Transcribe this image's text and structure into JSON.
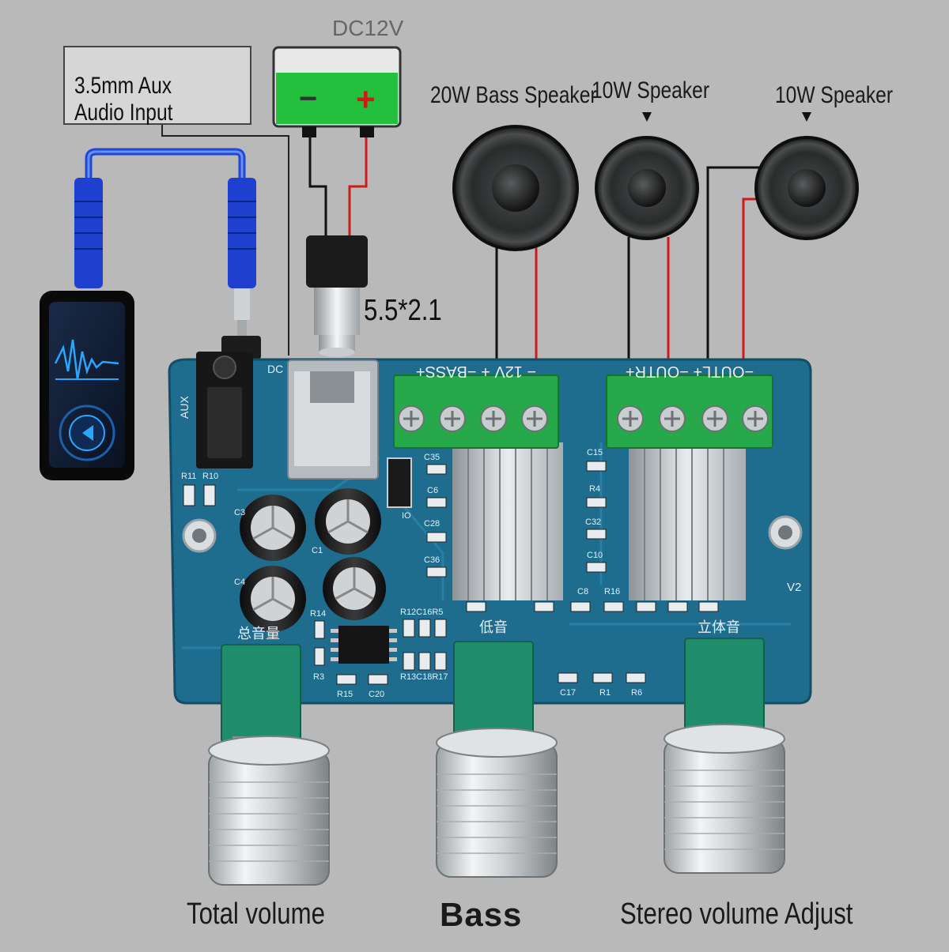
{
  "labels": {
    "aux_input": "3.5mm Aux Audio Input",
    "power": "DC12V",
    "dc_plug": "5.5*2.1",
    "speaker_bass": "20W Bass Speaker",
    "speaker_left": "10W Speaker",
    "speaker_right": "10W Speaker",
    "knob_total": "Total volume",
    "knob_bass": "Bass",
    "knob_stereo": "Stereo volume Adjust"
  },
  "battery": {
    "minus": "−",
    "plus": "+"
  },
  "board": {
    "aux_text": "AUX",
    "dc_text": "DC",
    "terminal_left": "− 12V  +  −BASS+",
    "terminal_right": "−OUTL+  −OUTR+",
    "version": "V2",
    "label_total_cn": "总音量",
    "label_bass_cn": "低音",
    "label_stereo_cn": "立体音",
    "components": [
      "R11",
      "R10",
      "C3",
      "C4",
      "C1",
      "R14",
      "R3",
      "R15",
      "C20",
      "R12C16R5",
      "R13C18R17",
      "C35",
      "C6",
      "C28",
      "C36",
      "C15",
      "R4",
      "C32",
      "C10",
      "C8",
      "R16",
      "C17",
      "R1",
      "R6",
      "IO"
    ]
  },
  "colors": {
    "background": "#b9b9b9",
    "pcb": "#1e6c8e",
    "terminal_green": "#27a84a",
    "wire_red": "#d01a1a",
    "wire_black": "#111111",
    "battery_green": "#22c03c",
    "cable_blue": "#1e48d8"
  },
  "icons": [
    "speaker-icon",
    "knob-icon",
    "phone-icon",
    "play-icon",
    "dc-plug-icon",
    "battery-icon"
  ]
}
